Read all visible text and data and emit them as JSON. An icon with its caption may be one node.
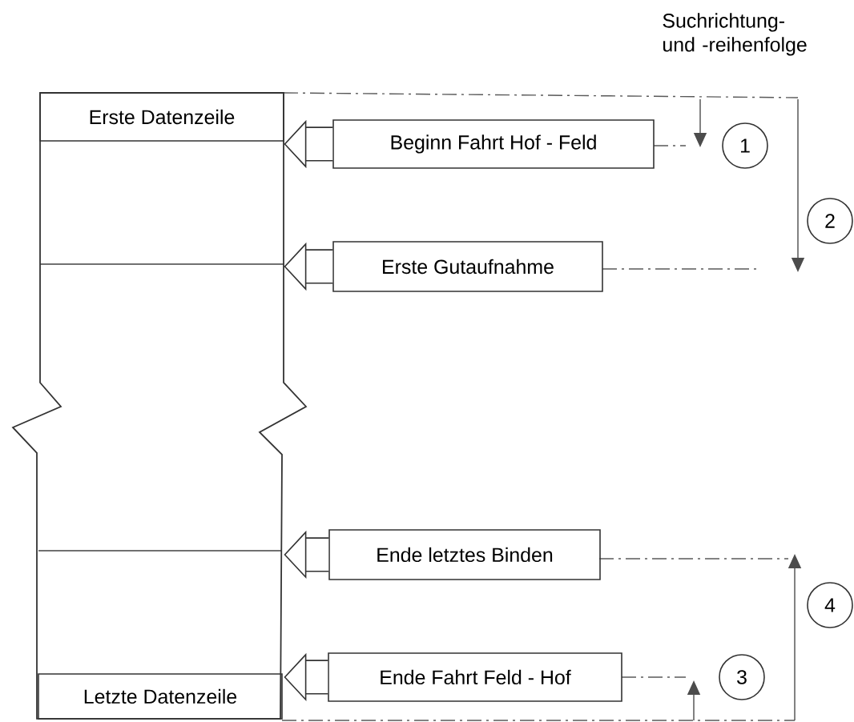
{
  "diagram": {
    "nodes": [
      {
        "text": [],
        "shape": "box"
      },
      {
        "text": [
          "Erste Datenzeile"
        ],
        "in": 0
      },
      {
        "text": [
          "Letzte Datenzeile"
        ],
        "in": 0
      },
      {
        "text": [
          "Beginn Fahrt Hof - Feld"
        ]
      },
      {
        "text": [
          "Erste Gutaufnahme"
        ]
      },
      {
        "text": [
          "Ende letztes Binden"
        ]
      },
      {
        "text": [
          "Ende Fahrt Feld - Hof"
        ]
      },
      {
        "text": [
          "1"
        ]
      },
      {
        "text": [
          "2"
        ]
      },
      {
        "text": [
          "4"
        ]
      },
      {
        "text": [
          "3"
        ]
      }
    ],
    "edges": [
      {
        "from": 3,
        "to": 0,
        "arrow": "to"
      },
      {
        "from": 4,
        "to": 0,
        "arrow": "to"
      },
      {
        "from": 5,
        "to": 0,
        "arrow": "to"
      },
      {
        "from": 6,
        "to": 0,
        "arrow": "to"
      }
    ],
    "labels": [
      "Suchrichtung- und -reihenfolge"
    ]
  }
}
